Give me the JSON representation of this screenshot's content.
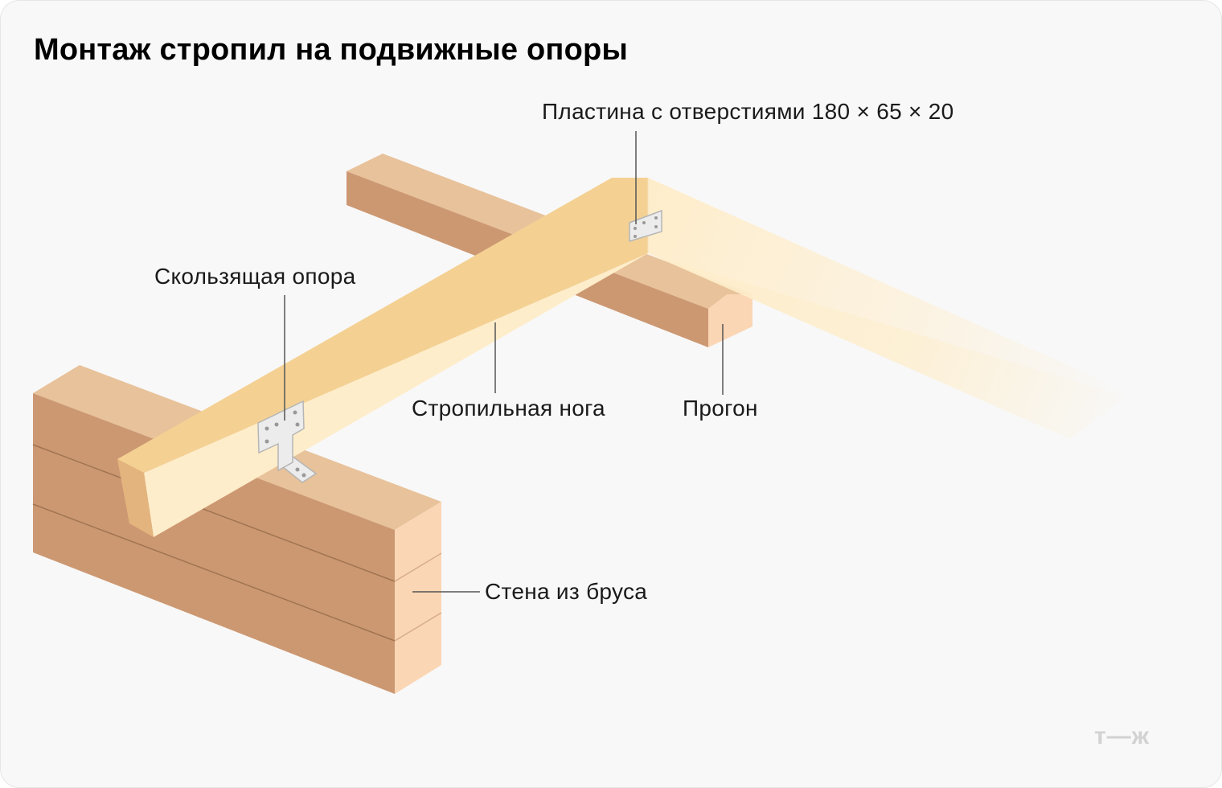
{
  "title": "Монтаж стропил на подвижные опоры",
  "labels": {
    "plate": "Пластина с отверстиями 180 × 65 × 20",
    "sliding_support": "Скользящая опора",
    "rafter": "Стропильная нога",
    "purlin": "Прогон",
    "wall": "Стена из бруса"
  },
  "logo": "т—ж",
  "colors": {
    "wood_top": "#e8c29a",
    "wood_side": "#cc9872",
    "wood_end": "#fbd6b4",
    "rafter_top": "#f4d193",
    "rafter_side": "#feedca",
    "metal": "#ececec"
  }
}
